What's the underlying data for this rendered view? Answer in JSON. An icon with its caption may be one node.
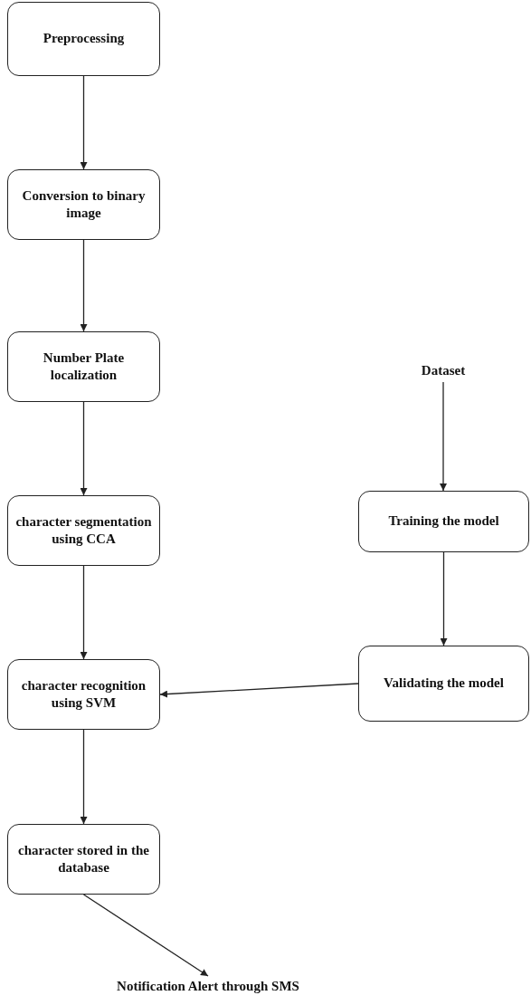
{
  "diagram": {
    "nodes": [
      {
        "text": [
          "Preprocessing"
        ]
      },
      {
        "text": [
          "Conversion to binary image"
        ]
      },
      {
        "text": [
          "Number Plate localization"
        ]
      },
      {
        "text": [
          "character segmentation using CCA"
        ]
      },
      {
        "text": [
          "character recognition using SVM"
        ]
      },
      {
        "text": [
          "character stored in the database"
        ]
      },
      {
        "text": [
          "Notification Alert through SMS"
        ]
      },
      {
        "text": [
          "Dataset"
        ]
      },
      {
        "text": [
          "Training the model"
        ]
      },
      {
        "text": [
          "Validating the model"
        ]
      }
    ],
    "edges": [
      {
        "from": 0,
        "to": 1,
        "arrow": "to"
      },
      {
        "from": 1,
        "to": 2,
        "arrow": "to"
      },
      {
        "from": 2,
        "to": 3,
        "arrow": "to"
      },
      {
        "from": 3,
        "to": 4,
        "arrow": "to"
      },
      {
        "from": 4,
        "to": 5,
        "arrow": "to"
      },
      {
        "from": 5,
        "to": 6,
        "arrow": "to"
      },
      {
        "from": 7,
        "to": 8,
        "arrow": "to"
      },
      {
        "from": 8,
        "to": 9,
        "arrow": "to"
      },
      {
        "from": 9,
        "to": 4,
        "arrow": "to"
      }
    ]
  }
}
